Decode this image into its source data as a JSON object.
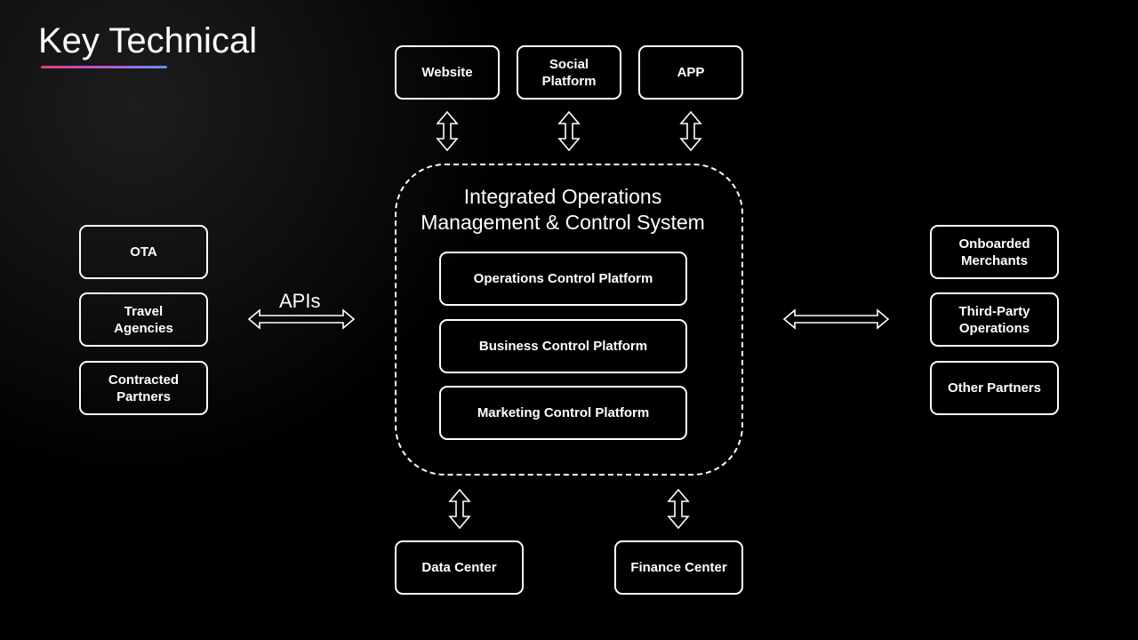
{
  "page": {
    "title": "Key Technical"
  },
  "diagram": {
    "top_channels": [
      "Website",
      "Social\nPlatform",
      "APP"
    ],
    "left_partners": [
      "OTA",
      "Travel\nAgencies",
      "Contracted\nPartners"
    ],
    "right_partners": [
      "Onboarded\nMerchants",
      "Third-Party\nOperations",
      "Other Partners"
    ],
    "system": {
      "title": "Integrated Operations\nManagement & Control System",
      "platforms": [
        "Operations Control Platform",
        "Business Control Platform",
        "Marketing Control Platform"
      ]
    },
    "bottom_centers": [
      "Data Center",
      "Finance Center"
    ],
    "apis_label": "APIs"
  },
  "colors": {
    "background": "#000000",
    "foreground": "#ffffff",
    "accent_gradient": [
      "#e83a8a",
      "#b25ad8",
      "#6d8ef0"
    ]
  }
}
